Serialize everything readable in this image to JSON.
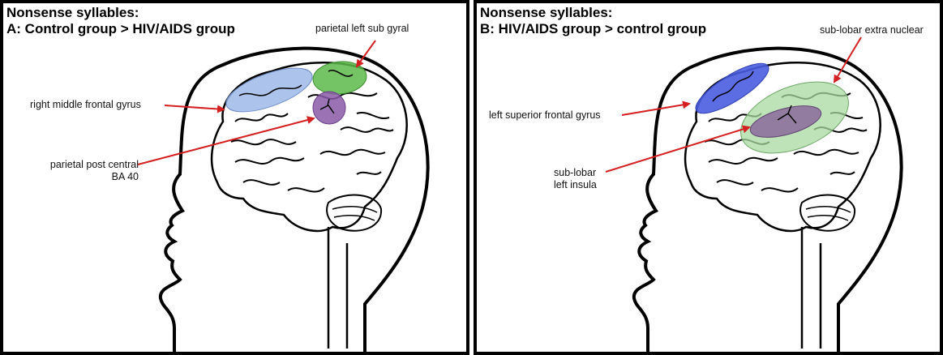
{
  "panel_a": {
    "title_line1": "Nonsense syllables:",
    "title_line2": "A: Control group > HIV/AIDS group",
    "labels": {
      "parietal_left_sub_gyral": "parietal left sub gyral",
      "right_middle_frontal_gyrus": "right middle frontal gyrus",
      "parietal_post_central_line1": "parietal post central",
      "parietal_post_central_line2": "BA 40"
    },
    "region_colors": {
      "frontal": "#9db9e8",
      "parietal_sub_gyral": "#5cb84a",
      "post_central": "#8a5aa8"
    }
  },
  "panel_b": {
    "title_line1": "Nonsense syllables:",
    "title_line2": "B: HIV/AIDS group > control group",
    "labels": {
      "sub_lobar_extra_nuclear": "sub-lobar extra nuclear",
      "left_superior_frontal_gyrus": "left superior frontal gyrus",
      "sub_lobar_left_insula_line1": "sub-lobar",
      "sub_lobar_left_insula_line2": "left insula"
    },
    "region_colors": {
      "superior_frontal": "#4a5de0",
      "extra_nuclear": "#a9d9a0",
      "insula": "#8a6a9a"
    }
  },
  "arrow_color": "#d42020"
}
